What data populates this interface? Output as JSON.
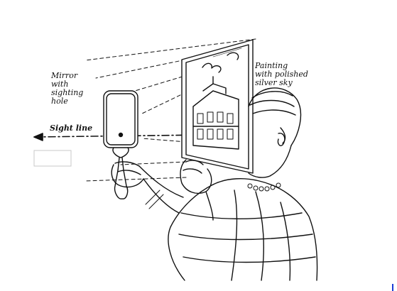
{
  "labels": {
    "mirror": [
      "Mirror",
      "with",
      "sighting",
      "hole"
    ],
    "painting": [
      "Painting",
      "with polished",
      "silver sky"
    ],
    "sight_line": "Sight line"
  },
  "colors": {
    "ink": "#111111",
    "marker": "#1a3bd6"
  }
}
